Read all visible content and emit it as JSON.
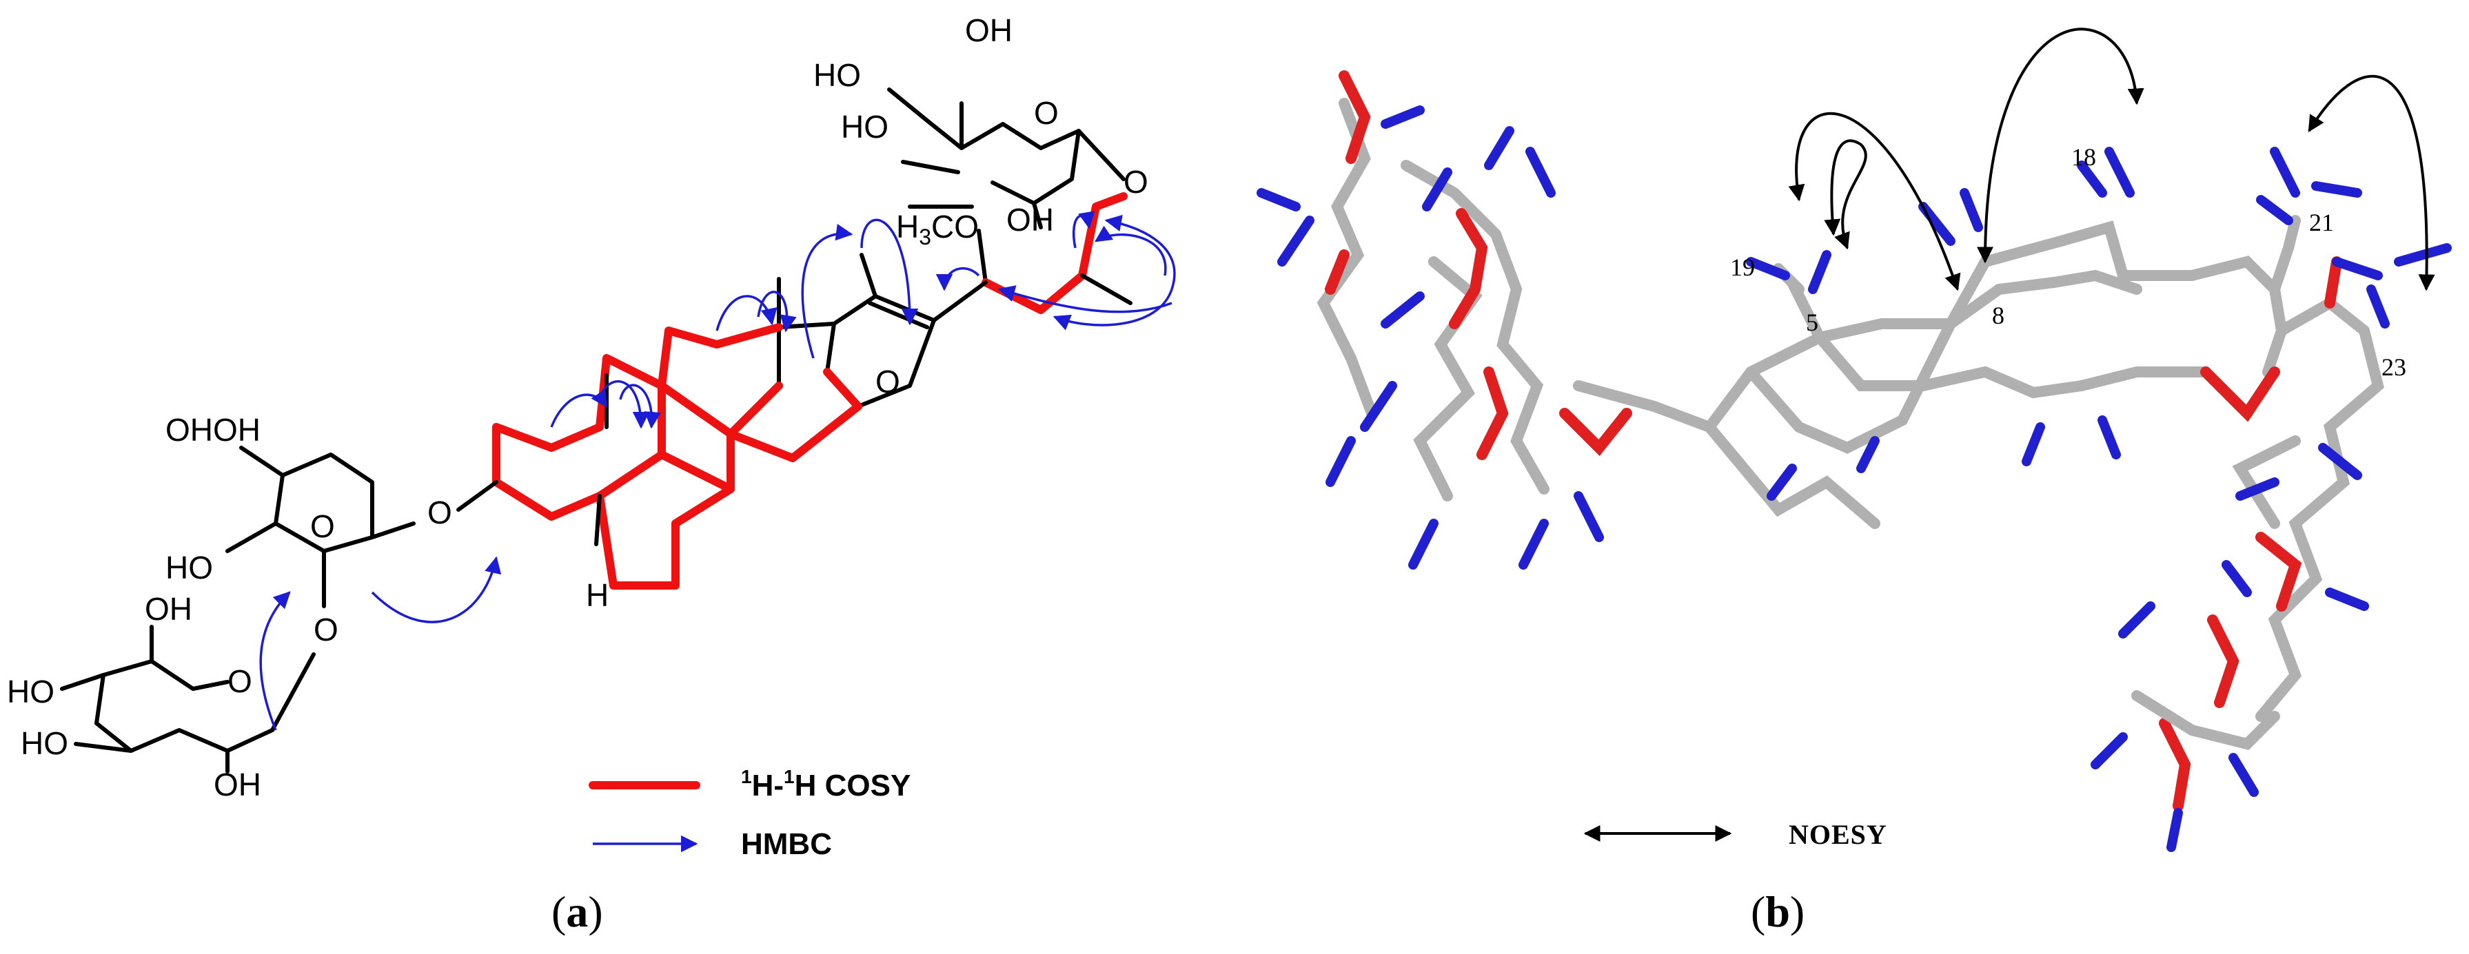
{
  "panel_a": {
    "label_open": "(",
    "label_letter": "a",
    "label_close": ")",
    "atoms": {
      "oh_top": "OH",
      "ho_1": "HO",
      "ho_2": "HO",
      "oh_3": "OH",
      "o_ring_top": "O",
      "o_link_top": "O",
      "h3co": "H3CO",
      "o_furan": "O",
      "h_5": "H",
      "o_3": "O",
      "ohoh": "OHOH",
      "o_gal": "O",
      "ho_gal": "HO",
      "o_gal2": "O",
      "oh_glc": "OH",
      "o_glc": "O",
      "ho_glc1": "HO",
      "ho_glc2": "HO",
      "oh_glc2": "OH"
    },
    "legend": {
      "cosy_label": "1H-1H COSY",
      "cosy_sup1": "1",
      "cosy_h1": "H-",
      "cosy_sup2": "1",
      "cosy_h2": "H COSY",
      "hmbc_label": "HMBC"
    },
    "colors": {
      "cosy": "#ee1111",
      "hmbc": "#1c1cd6"
    }
  },
  "panel_b": {
    "label_open": "(",
    "label_letter": "b",
    "label_close": ")",
    "atom_numbers": {
      "n19": "19",
      "n5": "5",
      "n8": "8",
      "n18": "18",
      "n21": "21",
      "n23": "23"
    },
    "legend": {
      "noesy_label": "NOESY"
    },
    "colors": {
      "carbon": "#b0b0b0",
      "oxygen": "#e02020",
      "hydrogen": "#2020d0"
    }
  }
}
